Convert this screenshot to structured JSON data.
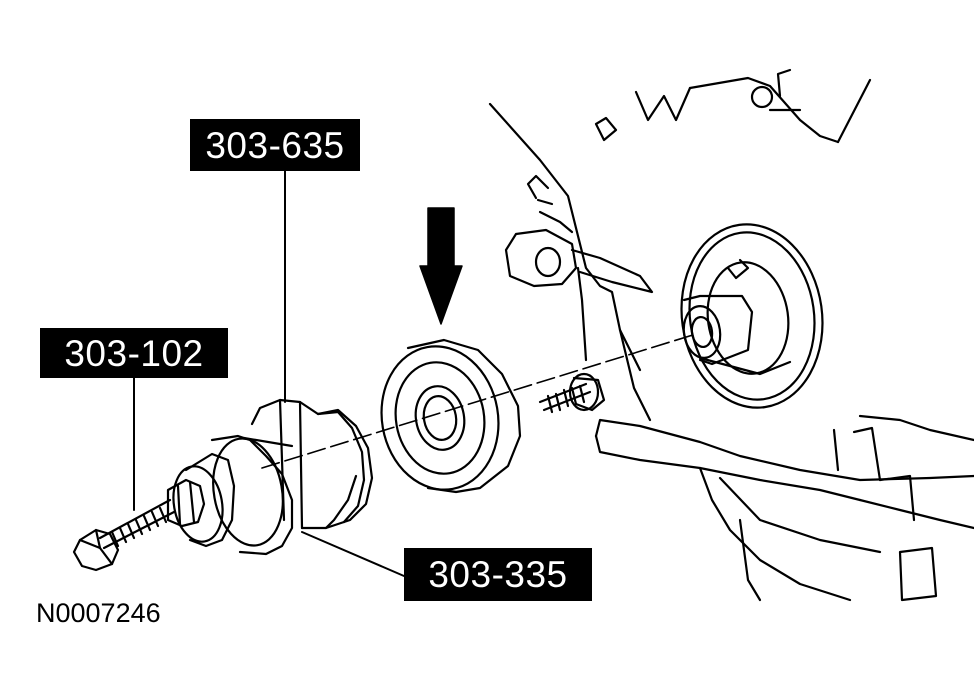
{
  "callouts": {
    "tool_635": "303-635",
    "tool_102": "303-102",
    "tool_335": "303-335"
  },
  "figure_id": "N0007246",
  "colors": {
    "ink": "#000000",
    "paper": "#ffffff"
  }
}
